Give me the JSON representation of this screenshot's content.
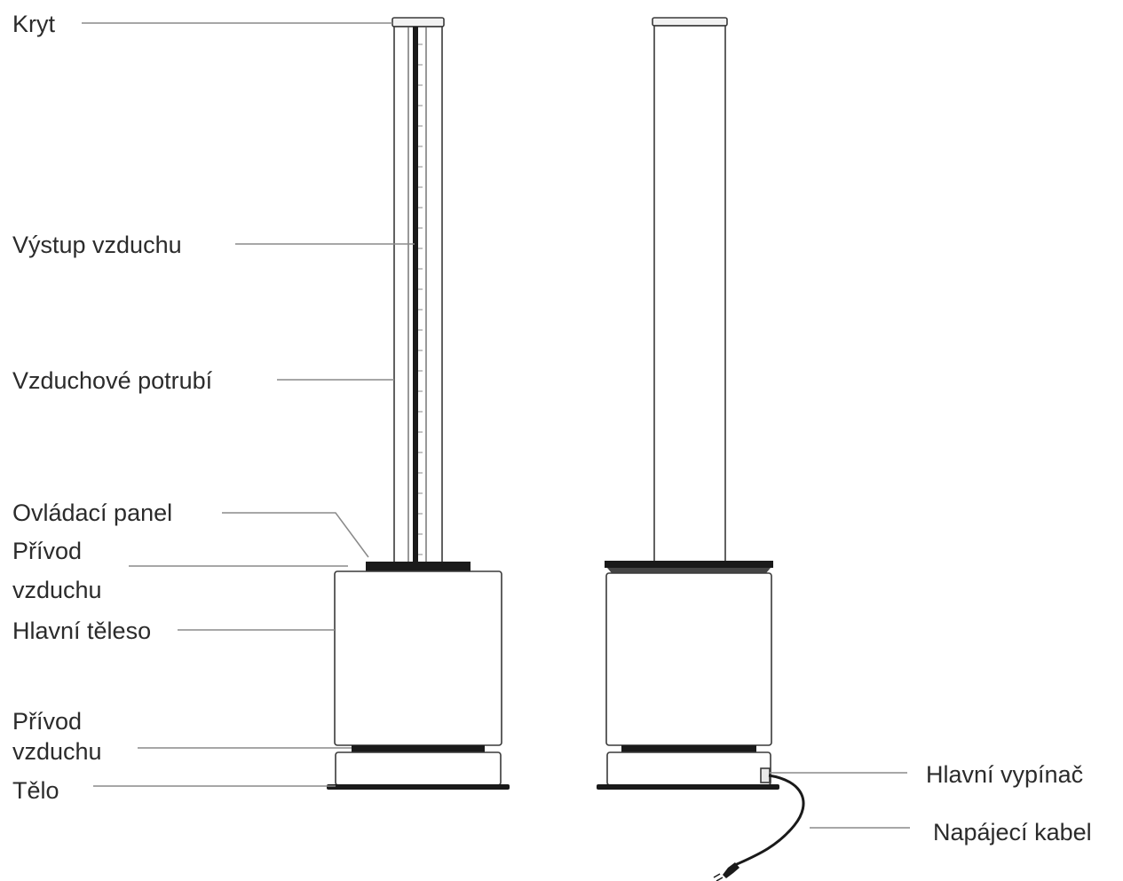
{
  "labels": {
    "cover": "Kryt",
    "air_outlet": "Výstup vzduchu",
    "air_duct": "Vzduchové potrubí",
    "control_panel": "Ovládací panel",
    "air_inlet_top_line1": "Přívod",
    "air_inlet_top_line2": "vzduchu",
    "main_body": "Hlavní těleso",
    "air_inlet_bottom_line1": "Přívod",
    "air_inlet_bottom_line2": "vzduchu",
    "base": "Tělo",
    "main_switch": "Hlavní vypínač",
    "power_cable": "Napájecí kabel"
  },
  "colors": {
    "outline": "#3a3a3a",
    "dark_parts": "#1a1a1a",
    "leader_lines": "#8a8a8a",
    "text": "#2b2b2b"
  }
}
